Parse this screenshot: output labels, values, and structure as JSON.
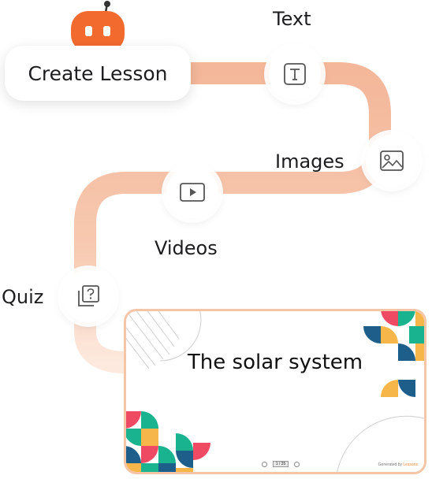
{
  "create_label": "Create Lesson",
  "steps": [
    {
      "key": "text",
      "label": "Text",
      "icon": "text-icon"
    },
    {
      "key": "images",
      "label": "Images",
      "icon": "image-icon"
    },
    {
      "key": "videos",
      "label": "Videos",
      "icon": "video-play-icon"
    },
    {
      "key": "quiz",
      "label": "Quiz",
      "icon": "quiz-icon"
    }
  ],
  "slide": {
    "title": "The solar system",
    "page": "1 / 35",
    "footer_prefix": "Generated by",
    "footer_brand": "Lessons"
  },
  "colors": {
    "path": "#f6c3a8",
    "robot": "#f26a2e",
    "slide_border": "#f5c5a8",
    "teal": "#19b48f",
    "pink": "#ef4a63",
    "navy": "#1d5f8a",
    "yellow": "#f7b64a"
  }
}
